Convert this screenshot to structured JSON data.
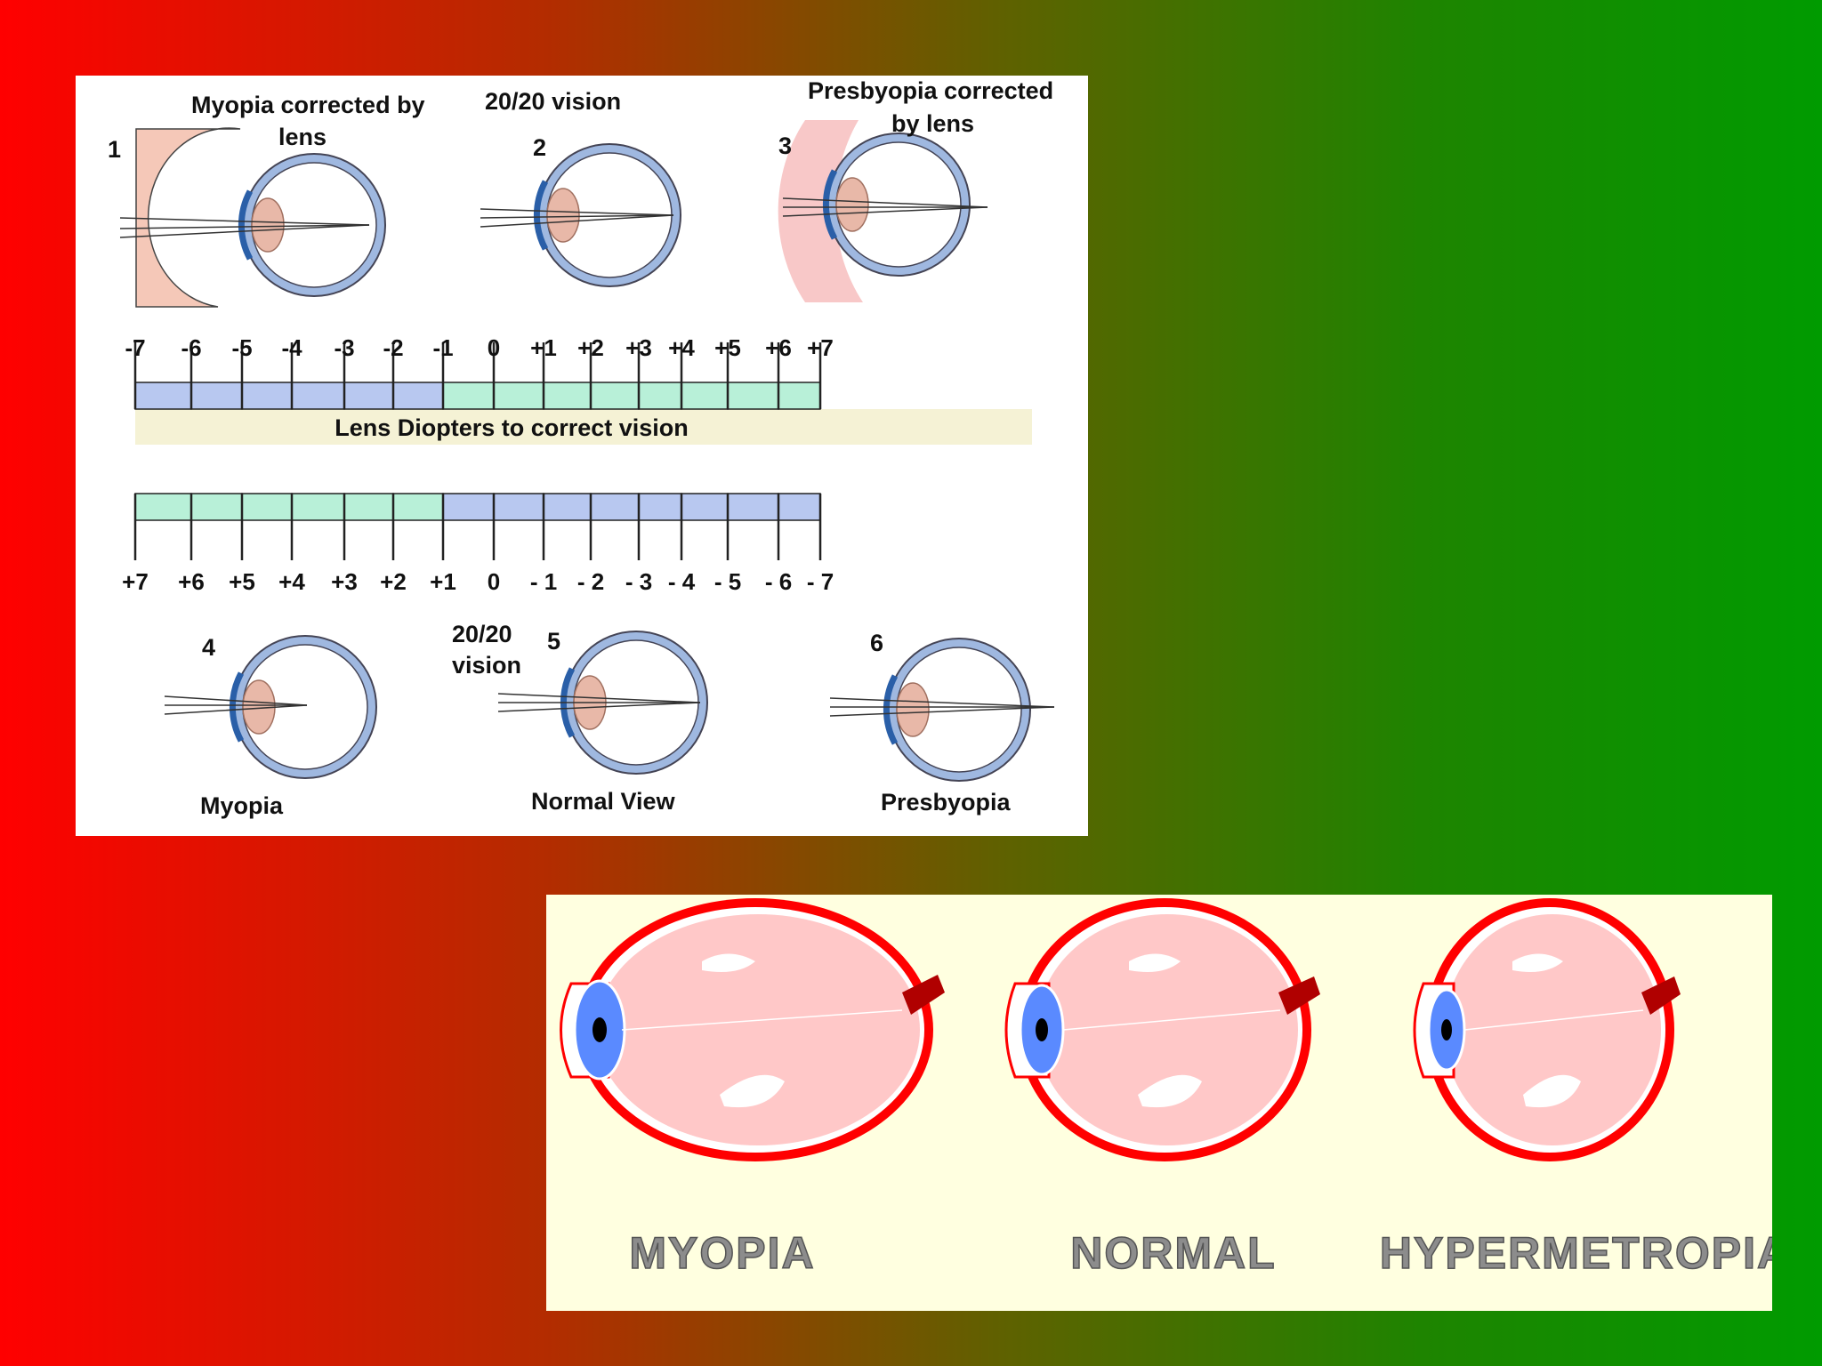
{
  "top_panel": {
    "eye1": {
      "number": "1",
      "caption_line1": "Myopia corrected by",
      "caption_line2": "lens"
    },
    "eye2": {
      "number": "2",
      "caption": "20/20 vision"
    },
    "eye3": {
      "number": "3",
      "caption_line1": "Presbyopia corrected",
      "caption_line2": "by lens"
    },
    "eye4": {
      "number": "4",
      "caption": "Myopia"
    },
    "eye5": {
      "number": "5",
      "caption_line1": "20/20",
      "caption_line2": "vision",
      "caption_bottom": "Normal View"
    },
    "eye6": {
      "number": "6",
      "caption": "Presbyopia"
    },
    "scale_title": "Lens Diopters to correct vision",
    "top_ticks": [
      "-7",
      "-6",
      "-5",
      "-4",
      "-3",
      "-2",
      "-1",
      "0",
      "+1",
      "+2",
      "+3",
      "+4",
      "+5",
      "+6",
      "+7"
    ],
    "bottom_ticks": [
      "+7",
      "+6",
      "+5",
      "+4",
      "+3",
      "+2",
      "+1",
      "0",
      "- 1",
      "- 2",
      "- 3",
      "- 4",
      "- 5",
      "- 6",
      "- 7"
    ],
    "colors": {
      "minus": "#b8c8f0",
      "plus": "#b8f0d8",
      "band": "#f5f2d5",
      "lens": "#e8b8a8",
      "eye_ring": "#9fb8e0",
      "cornea": "#2a5fa8"
    }
  },
  "bottom_panel": {
    "labels": [
      "MYOPIA",
      "NORMAL",
      "HYPERMETROPIA"
    ],
    "colors": {
      "sclera": "#ff0000",
      "vitreous": "#ffc8c8",
      "iris": "#5a8aff",
      "nerve": "#b00000"
    }
  }
}
